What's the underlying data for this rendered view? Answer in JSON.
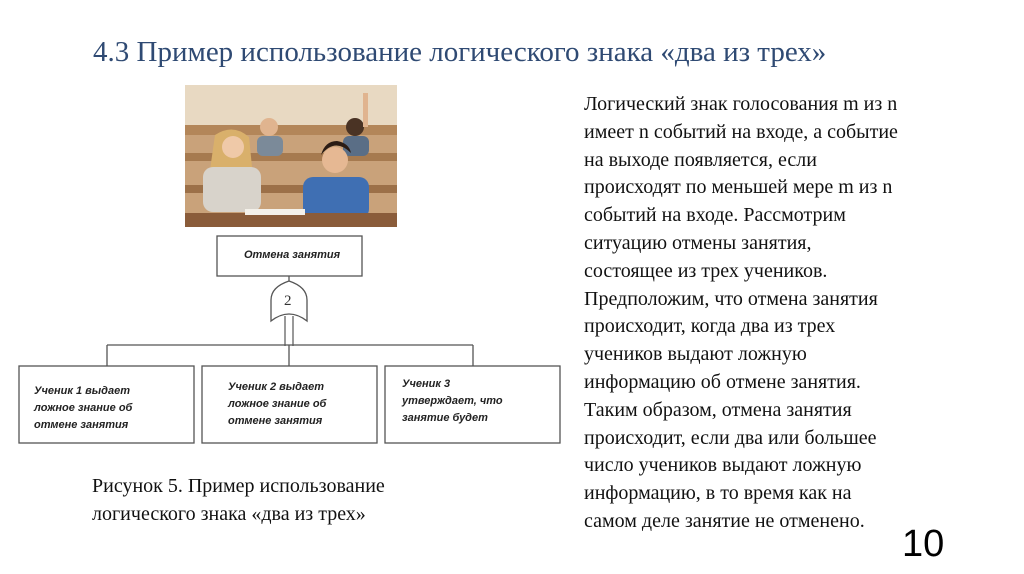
{
  "title": "4.3 Пример использование логического знака «два из трех»",
  "diagram": {
    "top_event": "Отмена занятия",
    "gate_label": "2",
    "inputs": [
      [
        "Ученик 1 выдает",
        "ложное знание об",
        "отмене занятия"
      ],
      [
        "Ученик 2 выдает",
        "ложное знание об",
        "отмене занятия"
      ],
      [
        "Ученик 3",
        "утверждает, что",
        "занятие будет"
      ]
    ]
  },
  "caption": [
    "Рисунок 5. Пример использование",
    "логического знака «два из трех»"
  ],
  "body_text": [
    "Логический знак голосования m из n",
    "имеет n событий на входе, а событие",
    "на выходе появляется, если",
    "происходят по меньшей мере m из n",
    "событий на входе. Рассмотрим",
    "ситуацию отмены занятия,",
    "состоящее из трех учеников.",
    "Предположим, что отмена занятия",
    "происходит, когда два из трех",
    "учеников выдают ложную",
    "информацию об отмене занятия.",
    "Таким образом, отмена занятия",
    "происходит, если два или большее",
    "число учеников выдают ложную",
    "информацию, в то время как на",
    "самом деле занятие не отменено."
  ],
  "page_number": "10"
}
